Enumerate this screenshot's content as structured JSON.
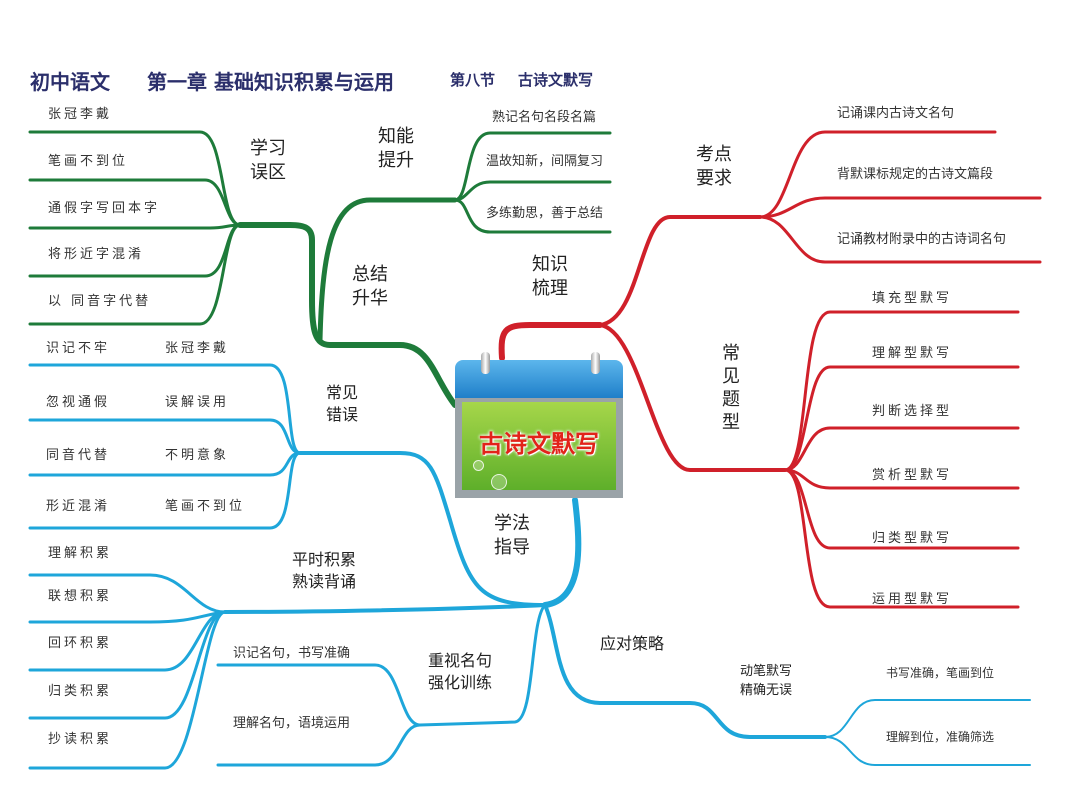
{
  "header": {
    "subject": "初中语文",
    "chapter": "第一章 基础知识积累与运用",
    "section": "第八节",
    "topic": "古诗文默写"
  },
  "center": {
    "label": "古诗文默写",
    "icon": "calendar-icon"
  },
  "colors": {
    "green": "#1e7b3a",
    "red": "#d0202a",
    "blue": "#1ea6da",
    "title": "#2b2f6b"
  },
  "branches": {
    "summary": {
      "label": "总结升华",
      "mistakes": {
        "label": "学习误区",
        "items": [
          "张冠李戴",
          "笔画不到位",
          "通假字写回本字",
          "将形近字混淆",
          "以 同音字代替"
        ]
      },
      "improve": {
        "label": "知能提升",
        "items": [
          "熟记名句名段名篇",
          "温故知新，间隔复习",
          "多练勤思，善于总结"
        ]
      }
    },
    "knowledge": {
      "label": "知识梳理",
      "requirements": {
        "label": "考点要求",
        "items": [
          "记诵课内古诗文名句",
          "背默课标规定的古诗文篇段",
          "记诵教材附录中的古诗词名句"
        ]
      },
      "types": {
        "label": "常见题型",
        "items": [
          "填充型默写",
          "理解型默写",
          "判断选择型",
          "赏析型默写",
          "归类型默写",
          "运用型默写"
        ]
      }
    },
    "method": {
      "label": "学法指导",
      "errors": {
        "label": "常见错误",
        "rows": [
          [
            "识记不牢",
            "张冠李戴"
          ],
          [
            "忽视通假",
            "误解误用"
          ],
          [
            "同音代替",
            "不明意象"
          ],
          [
            "形近混淆",
            "笔画不到位"
          ]
        ]
      },
      "accumulate": {
        "label": "平时积累熟读背诵",
        "line1": "平时积累",
        "line2": "熟读背诵",
        "items": [
          "理解积累",
          "联想积累",
          "回环积累",
          "归类积累",
          "抄读积累"
        ]
      },
      "famous": {
        "line1": "重视名句",
        "line2": "强化训练",
        "items": [
          "识记名句，书写准确",
          "理解名句，语境运用"
        ]
      },
      "strategy": {
        "label": "应对策略",
        "sub": {
          "line1": "动笔默写",
          "line2": "精确无误",
          "items": [
            "书写准确，笔画到位",
            "理解到位，准确筛选"
          ]
        }
      }
    }
  }
}
